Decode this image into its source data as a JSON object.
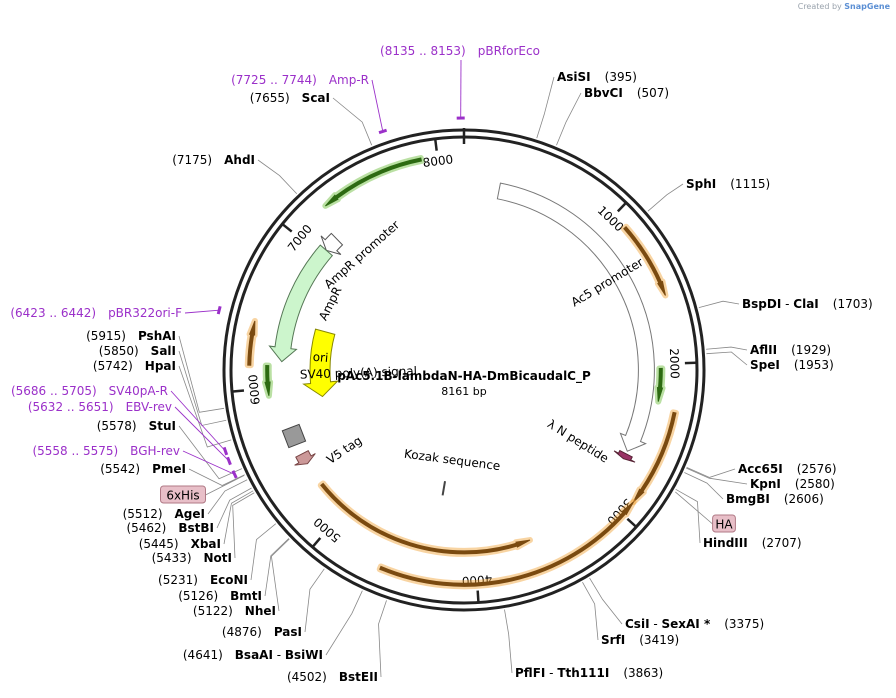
{
  "credit": {
    "prefix": "Created by",
    "brand": "SnapGene"
  },
  "plasmid": {
    "name": "pAc5.1B-lambdaN-HA-DmBicaudalC_P",
    "length_label": "8161 bp",
    "length": 8161
  },
  "ticks": [
    {
      "pos": 1000,
      "label": "1000"
    },
    {
      "pos": 2000,
      "label": "2000"
    },
    {
      "pos": 3000,
      "label": "3000"
    },
    {
      "pos": 4000,
      "label": "4000"
    },
    {
      "pos": 5000,
      "label": "5000"
    },
    {
      "pos": 6000,
      "label": "6000"
    },
    {
      "pos": 7000,
      "label": "7000"
    },
    {
      "pos": 8000,
      "label": "8000"
    }
  ],
  "features": [
    {
      "name": "AmpR promoter",
      "start": 7050,
      "end": 7160,
      "dir": "rev",
      "ring": 0.76,
      "color": "#ffffff",
      "stroke": "#555555"
    },
    {
      "name": "AmpR",
      "start": 6180,
      "end": 7050,
      "dir": "rev",
      "ring": 0.76,
      "color": "#ccf5cc",
      "stroke": "#557755"
    },
    {
      "name": "Ac5 promoter",
      "start": 250,
      "end": 2640,
      "dir": "fwd",
      "ring": 0.76,
      "color": "#ffffff",
      "stroke": "#777777"
    },
    {
      "name": "ori",
      "start": 5880,
      "end": 6470,
      "dir": "rev",
      "ring": 0.6,
      "color": "#ffff00",
      "stroke": "#888800"
    },
    {
      "name": "λ N peptide",
      "start": 2660,
      "end": 2700,
      "dir": "fwd",
      "ring": 0.76,
      "color": "#993366",
      "stroke": "#552233"
    },
    {
      "name": "V5 tag",
      "start": 5420,
      "end": 5500,
      "dir": "rev",
      "ring": 0.76,
      "color": "#cc9999",
      "stroke": "#774444"
    },
    {
      "name": "SV40 poly(A) signal",
      "start": 5580,
      "end": 5700,
      "dir": "none",
      "ring": 0.76,
      "color": "#999999",
      "stroke": "#444444"
    },
    {
      "name": "Kozak sequence",
      "start": 4300,
      "end": 4310,
      "dir": "none",
      "ring": 0.76,
      "color": "#999999",
      "stroke": "#444444"
    }
  ],
  "orfs": [
    {
      "start": 1100,
      "end": 1580,
      "dir": "fwd",
      "ring": 0.895,
      "color": "#f0a030"
    },
    {
      "start": 2300,
      "end": 2900,
      "dir": "fwd",
      "ring": 0.895,
      "color": "#f0a030"
    },
    {
      "start": 2900,
      "end": 4600,
      "dir": "rev",
      "ring": 0.895,
      "color": "#f0a030"
    },
    {
      "start": 3600,
      "end": 5240,
      "dir": "rev",
      "ring": 0.76,
      "color": "#f0a030"
    },
    {
      "start": 6150,
      "end": 6420,
      "dir": "fwd",
      "ring": 0.895,
      "color": "#f0a030"
    },
    {
      "start": 7250,
      "end": 7900,
      "dir": "rev",
      "ring": 0.895,
      "color": "#66bb33"
    },
    {
      "start": 5950,
      "end": 6150,
      "dir": "rev",
      "ring": 0.82,
      "color": "#66bb33"
    },
    {
      "start": 2030,
      "end": 2250,
      "dir": "fwd",
      "ring": 0.82,
      "color": "#66bb33"
    }
  ],
  "feature_labels": [
    {
      "name": "AmpR promoter",
      "text": "AmpR promoter"
    },
    {
      "name": "AmpR",
      "text": "AmpR"
    },
    {
      "name": "Ac5 promoter",
      "text": "Ac5 promoter"
    },
    {
      "name": "ori",
      "text": "ori"
    },
    {
      "name": "SV40 poly(A) signal",
      "text": "SV40 poly(A) signal"
    },
    {
      "name": "V5 tag",
      "text": "V5 tag"
    },
    {
      "name": "λ N peptide",
      "text": "λ N peptide"
    },
    {
      "name": "Kozak sequence",
      "text": "Kozak sequence"
    }
  ],
  "sites": [
    {
      "name": "AsiSI",
      "pos": "(395)",
      "site": 395,
      "side": "right"
    },
    {
      "name": "BbvCI",
      "pos": "(507)",
      "site": 507,
      "side": "right"
    },
    {
      "name": "SphI",
      "pos": "(1115)",
      "site": 1115,
      "side": "right"
    },
    {
      "name": "BspDI",
      "sep": " - ",
      "name2": "ClaI",
      "pos": "(1703)",
      "site": 1703,
      "side": "right"
    },
    {
      "name": "AflII",
      "pos": "(1929)",
      "site": 1929,
      "side": "right"
    },
    {
      "name": "SpeI",
      "pos": "(1953)",
      "site": 1953,
      "side": "right"
    },
    {
      "name": "Acc65I",
      "pos": "(2576)",
      "site": 2576,
      "side": "right"
    },
    {
      "name": "KpnI",
      "pos": "(2580)",
      "site": 2580,
      "side": "right"
    },
    {
      "name": "BmgBI",
      "pos": "(2606)",
      "site": 2606,
      "side": "right"
    },
    {
      "name": "HindIII",
      "pos": "(2707)",
      "site": 2707,
      "side": "right"
    },
    {
      "name": "CsiI",
      "sep": " - ",
      "name2": "SexAI *",
      "pos": "(3375)",
      "site": 3375,
      "side": "right"
    },
    {
      "name": "SrfI",
      "pos": "(3419)",
      "site": 3419,
      "side": "right"
    },
    {
      "name": "PflFI",
      "sep": " - ",
      "name2": "Tth111I",
      "pos": "(3863)",
      "site": 3863,
      "side": "right"
    },
    {
      "name": "BstEII",
      "pos": "(4502)",
      "site": 4502,
      "side": "left"
    },
    {
      "name": "BsaAI",
      "sep": " - ",
      "name2": "BsiWI",
      "pos": "(4641)",
      "site": 4641,
      "side": "left"
    },
    {
      "name": "PasI",
      "pos": "(4876)",
      "site": 4876,
      "side": "left"
    },
    {
      "name": "NheI",
      "pos": "(5122)",
      "site": 5122,
      "side": "left"
    },
    {
      "name": "BmtI",
      "pos": "(5126)",
      "site": 5126,
      "side": "left"
    },
    {
      "name": "EcoNI",
      "pos": "(5231)",
      "site": 5231,
      "side": "left"
    },
    {
      "name": "NotI",
      "pos": "(5433)",
      "site": 5433,
      "side": "left"
    },
    {
      "name": "XbaI",
      "pos": "(5445)",
      "site": 5445,
      "side": "left"
    },
    {
      "name": "BstBI",
      "pos": "(5462)",
      "site": 5462,
      "side": "left"
    },
    {
      "name": "AgeI",
      "pos": "(5512)",
      "site": 5512,
      "side": "left"
    },
    {
      "name": "PmeI",
      "pos": "(5542)",
      "site": 5542,
      "side": "left"
    },
    {
      "name": "StuI",
      "pos": "(5578)",
      "site": 5578,
      "side": "left"
    },
    {
      "name": "HpaI",
      "pos": "(5742)",
      "site": 5742,
      "side": "left"
    },
    {
      "name": "SalI",
      "pos": "(5850)",
      "site": 5850,
      "side": "left"
    },
    {
      "name": "PshAI",
      "pos": "(5915)",
      "site": 5915,
      "side": "left"
    },
    {
      "name": "AhdI",
      "pos": "(7175)",
      "site": 7175,
      "side": "left"
    },
    {
      "name": "ScaI",
      "pos": "(7655)",
      "site": 7655,
      "side": "left"
    }
  ],
  "primers": [
    {
      "range": "(8135 .. 8153)",
      "name": "pBRforEco",
      "site": 8144
    },
    {
      "range": "(7725 .. 7744)",
      "name": "Amp-R",
      "site": 7735
    },
    {
      "range": "(6423 .. 6442)",
      "name": "pBR322ori-F",
      "site": 6432
    },
    {
      "range": "(5686 .. 5705)",
      "name": "SV40pA-R",
      "site": 5695
    },
    {
      "range": "(5632 .. 5651)",
      "name": "EBV-rev",
      "site": 5641
    },
    {
      "range": "(5558 .. 5575)",
      "name": "BGH-rev",
      "site": 5566
    }
  ],
  "tags": [
    {
      "name": "6xHis",
      "site": 5540
    },
    {
      "name": "HA",
      "site": 2720
    }
  ],
  "colors": {
    "backbone": "#222222",
    "primer": "#9b30c9",
    "tag_fill": "#e8bfc8",
    "tag_stroke": "#b07a86"
  }
}
